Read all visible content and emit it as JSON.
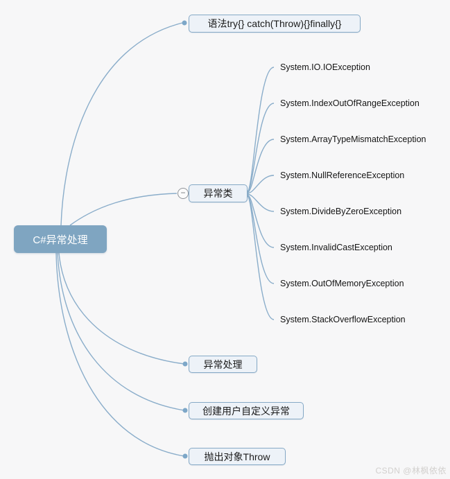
{
  "page": {
    "watermark": "CSDN @林枫依依"
  },
  "colors": {
    "accent_line": "#8aadca",
    "connection_dot": "#7da7c8",
    "root_bg": "#7fa5c1",
    "node_bg": "#edf2f8",
    "node_border": "#85a9c6",
    "canvas_bg": "#f7f7f8",
    "text": "#1a1a1a"
  },
  "icons": {
    "collapse_minus": "−"
  },
  "root": {
    "label": "C#异常处理"
  },
  "branches": [
    {
      "id": "syntax",
      "label": "语法try{} catch(Throw){}finally{}"
    },
    {
      "id": "exception-classes",
      "label": "异常类",
      "collapsed": false,
      "children": [
        {
          "label": "System.IO.IOException"
        },
        {
          "label": "System.IndexOutOfRangeException"
        },
        {
          "label": "System.ArrayTypeMismatchException"
        },
        {
          "label": "System.NullReferenceException"
        },
        {
          "label": "System.DivideByZeroException"
        },
        {
          "label": "System.InvalidCastException"
        },
        {
          "label": "System.OutOfMemoryException"
        },
        {
          "label": "System.StackOverflowException"
        }
      ]
    },
    {
      "id": "exception-handling",
      "label": "异常处理"
    },
    {
      "id": "custom-exception",
      "label": "创建用户自定义异常"
    },
    {
      "id": "throw-object",
      "label": "抛出对象Throw"
    }
  ]
}
